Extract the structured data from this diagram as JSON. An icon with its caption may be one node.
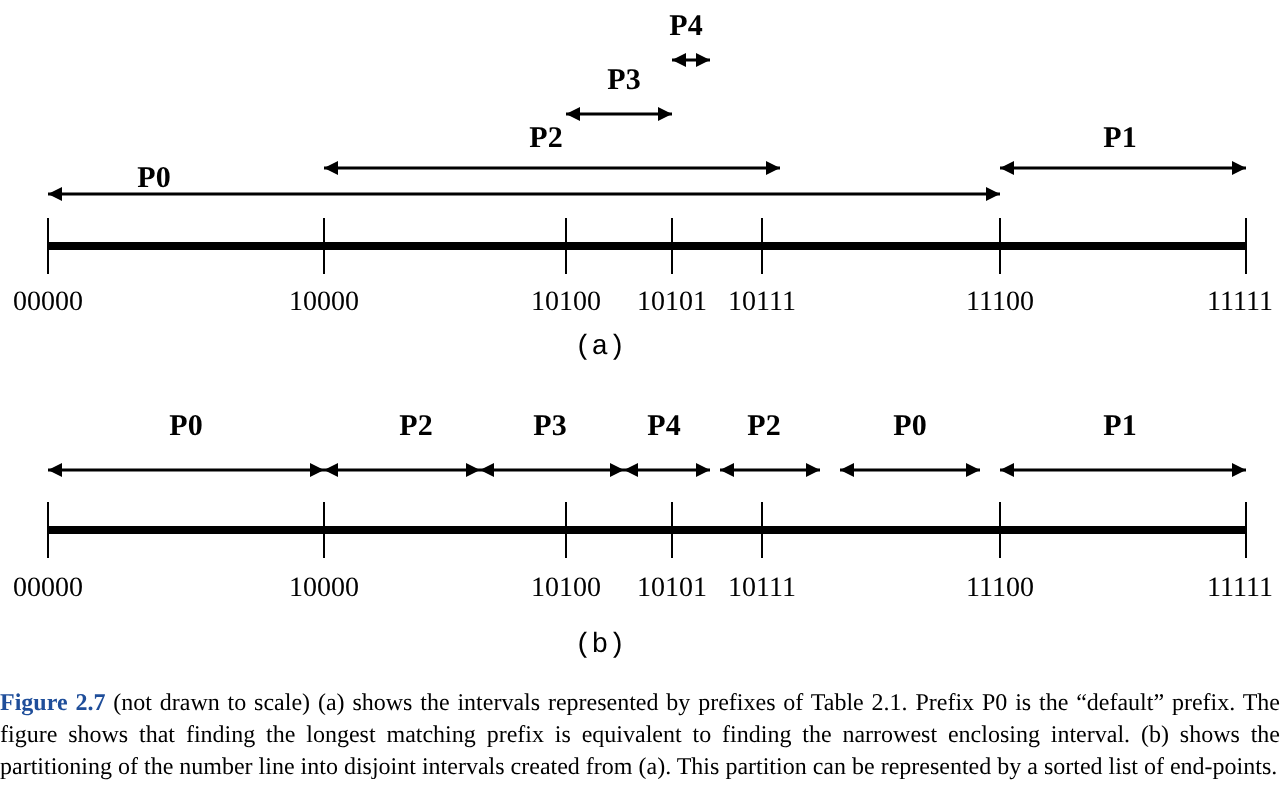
{
  "diagram": {
    "caption": "**Figure 2.7** (not drawn to scale) (a) shows the intervals represented by prefixes of Table 2.1. Prefix P0 is the “default” prefix. The figure shows that finding the longest matching prefix is equivalent to finding the narrowest enclosing interval. (b) shows the partitioning of the number line into disjoint intervals created from (a). This partition can be represented by a sorted list of end-points.",
    "labels": [
      "P4",
      "P3",
      "P2",
      "P1",
      "P0",
      "00000",
      "10000",
      "10100",
      "10101",
      "10111",
      "11100",
      "11111",
      "(a)",
      "P0",
      "P2",
      "P3",
      "P4",
      "P2",
      "P0",
      "P1",
      "00000",
      "10000",
      "10100",
      "10101",
      "10111",
      "11100",
      "11111",
      "(b)"
    ]
  }
}
